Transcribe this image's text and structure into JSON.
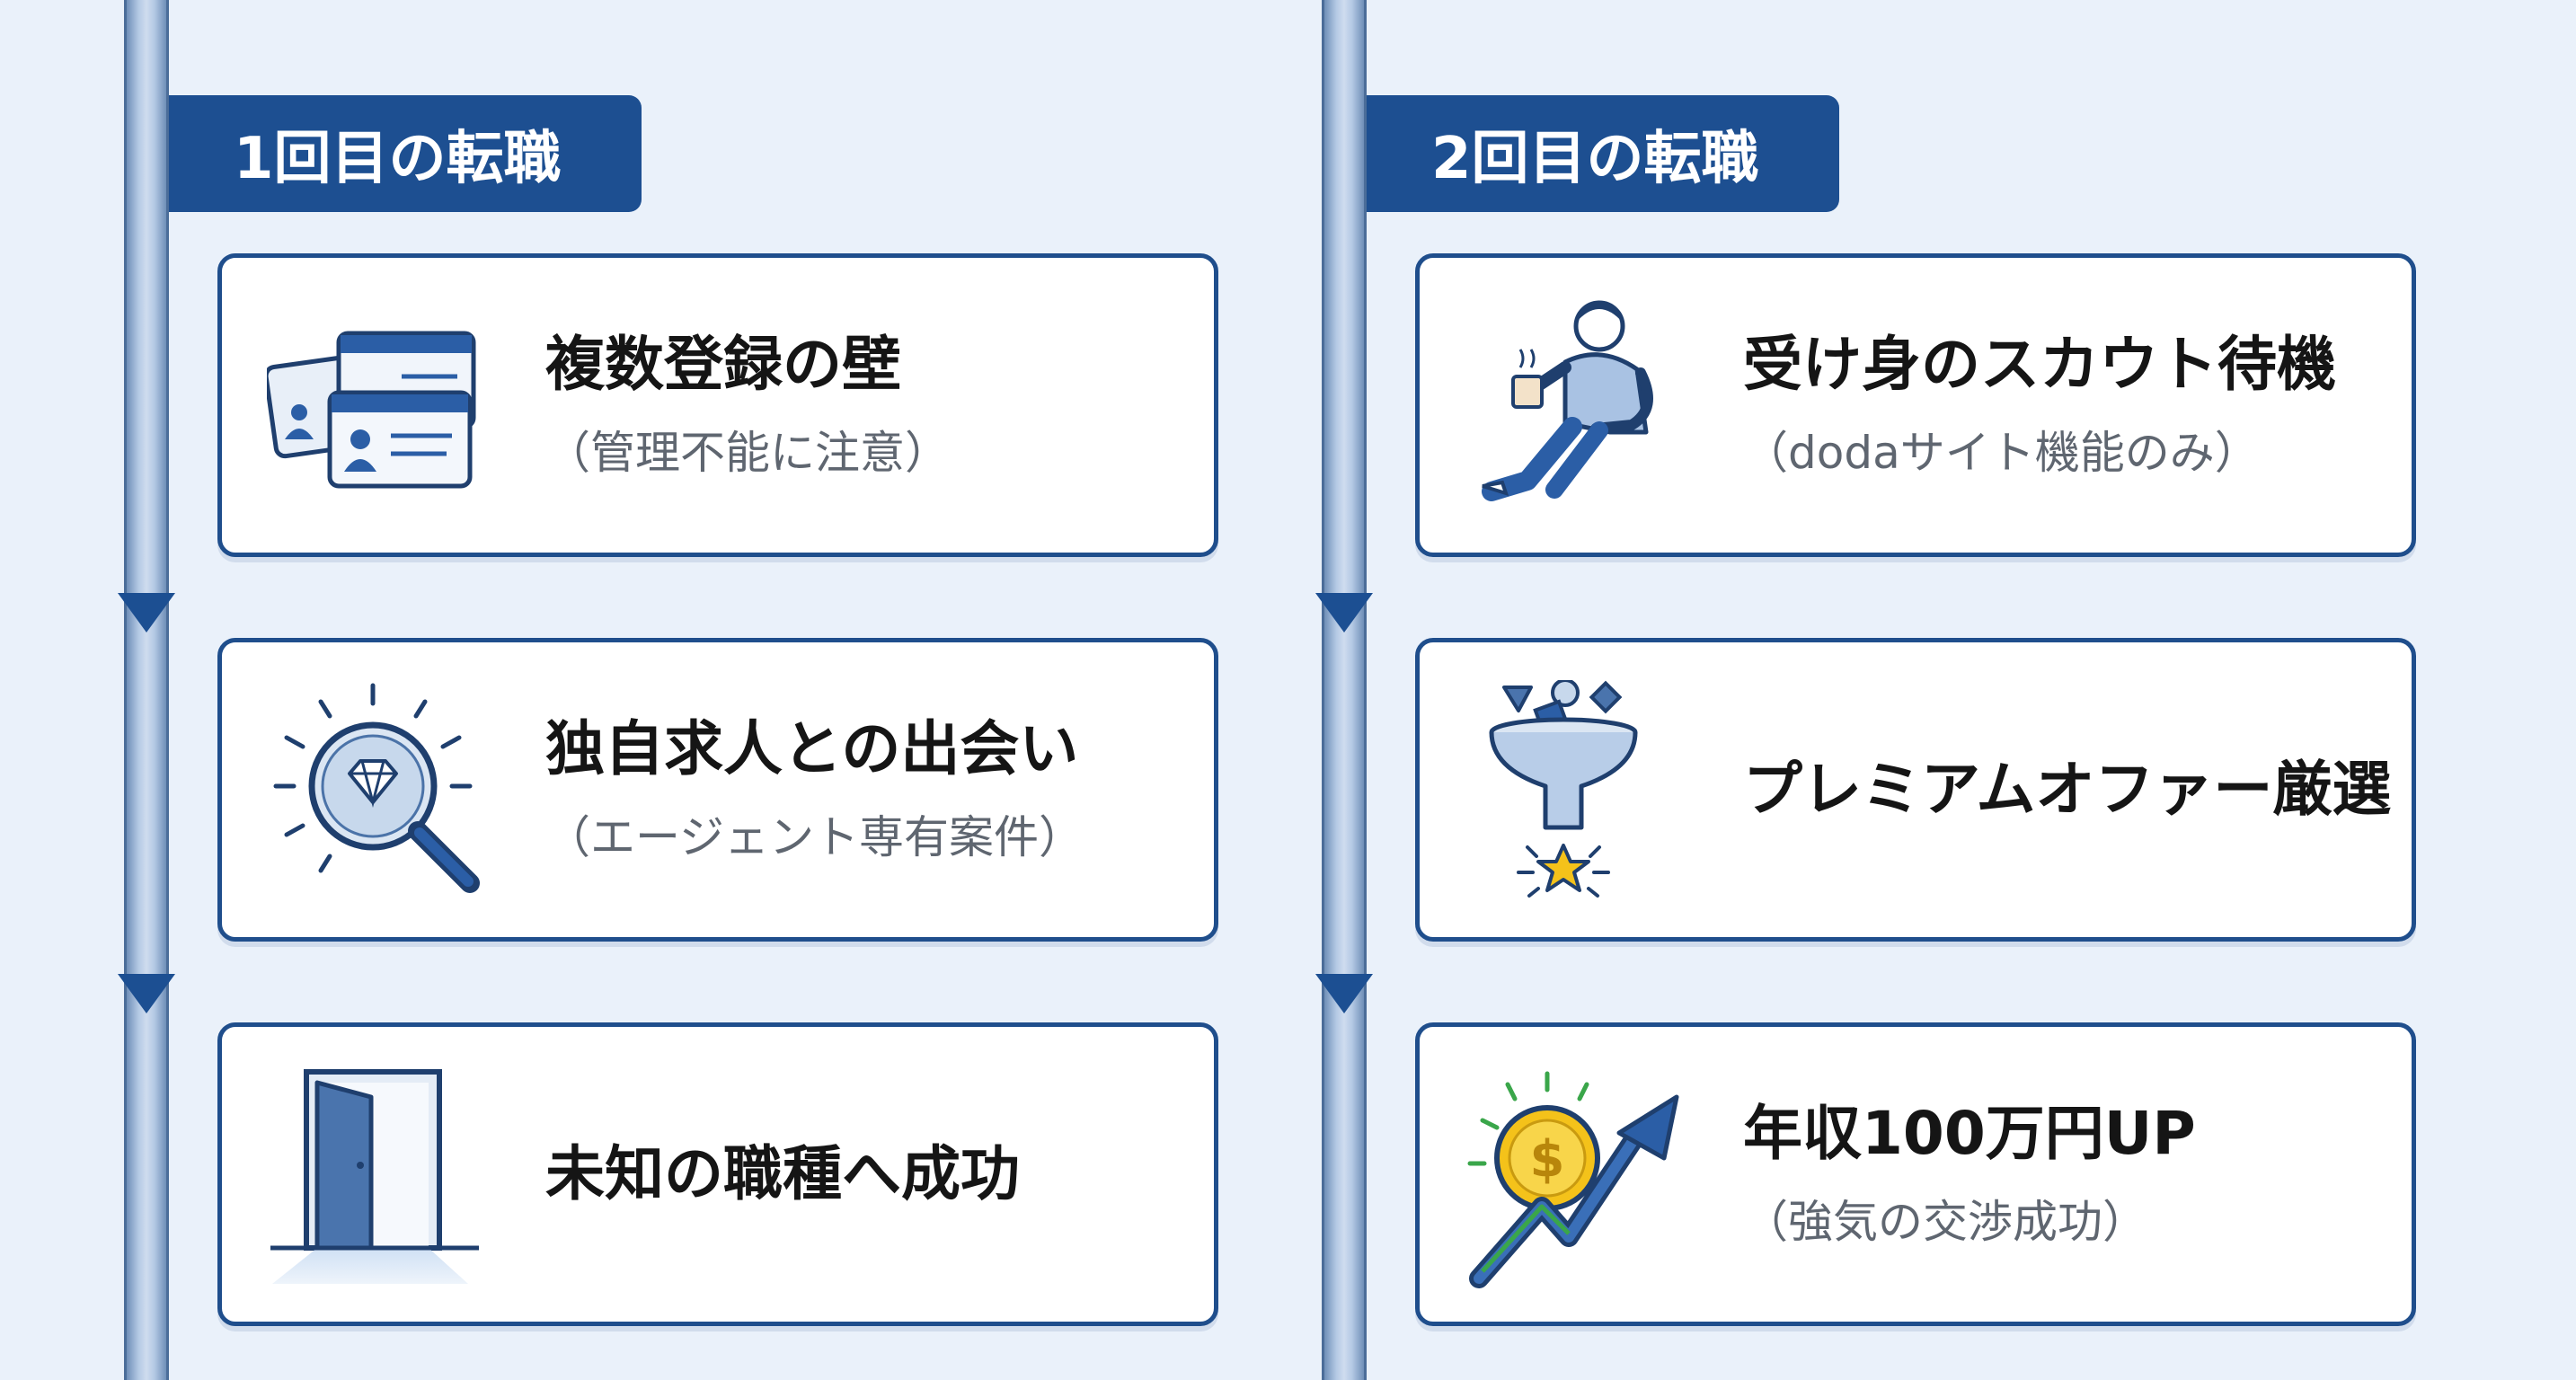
{
  "colors": {
    "accent": "#1d4f91",
    "background": "#eaf1fa",
    "card_border": "#1f4e8c",
    "coin": "#f4c21a"
  },
  "columns": [
    {
      "tag": "1回目の転職",
      "cards": [
        {
          "title": "複数登録の壁",
          "sub": "（管理不能に注意）",
          "icon": "id-cards-icon"
        },
        {
          "title": "独自求人との出会い",
          "sub": "（エージェント専有案件）",
          "icon": "magnifier-diamond-icon"
        },
        {
          "title": "未知の職種へ成功",
          "sub": "",
          "icon": "open-door-icon"
        }
      ]
    },
    {
      "tag": "2回目の転職",
      "cards": [
        {
          "title": "受け身のスカウト待機",
          "sub": "（dodaサイト機能のみ）",
          "icon": "relaxing-person-icon"
        },
        {
          "title": "プレミアムオファー厳選",
          "sub": "",
          "icon": "funnel-star-icon"
        },
        {
          "title": "年収100万円UP",
          "sub": "（強気の交渉成功）",
          "icon": "coin-growth-arrow-icon"
        }
      ]
    }
  ]
}
